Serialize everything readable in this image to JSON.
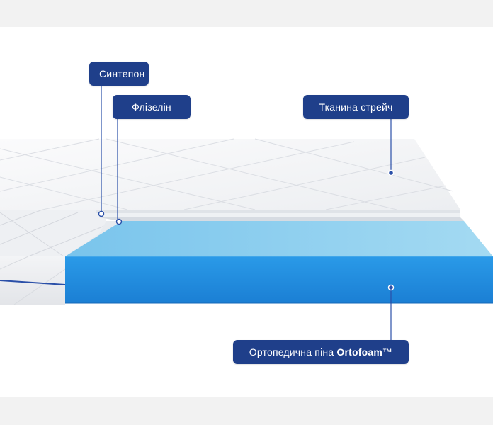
{
  "labels": {
    "sinteponon": "Синтепон",
    "flizelin": "Флізелін",
    "fabric": "Тканина стрейч",
    "foam_prefix": "Ортопедична піна ",
    "foam_brand": "Ortofoam™"
  },
  "colors": {
    "label_background": "#1f3f8a",
    "label_text": "#ffffff",
    "foam_top": "#8fd0ee",
    "foam_side": "#1f8fe0",
    "cover": "#f4f5f7",
    "edge_trim": "#2a4fa8"
  }
}
